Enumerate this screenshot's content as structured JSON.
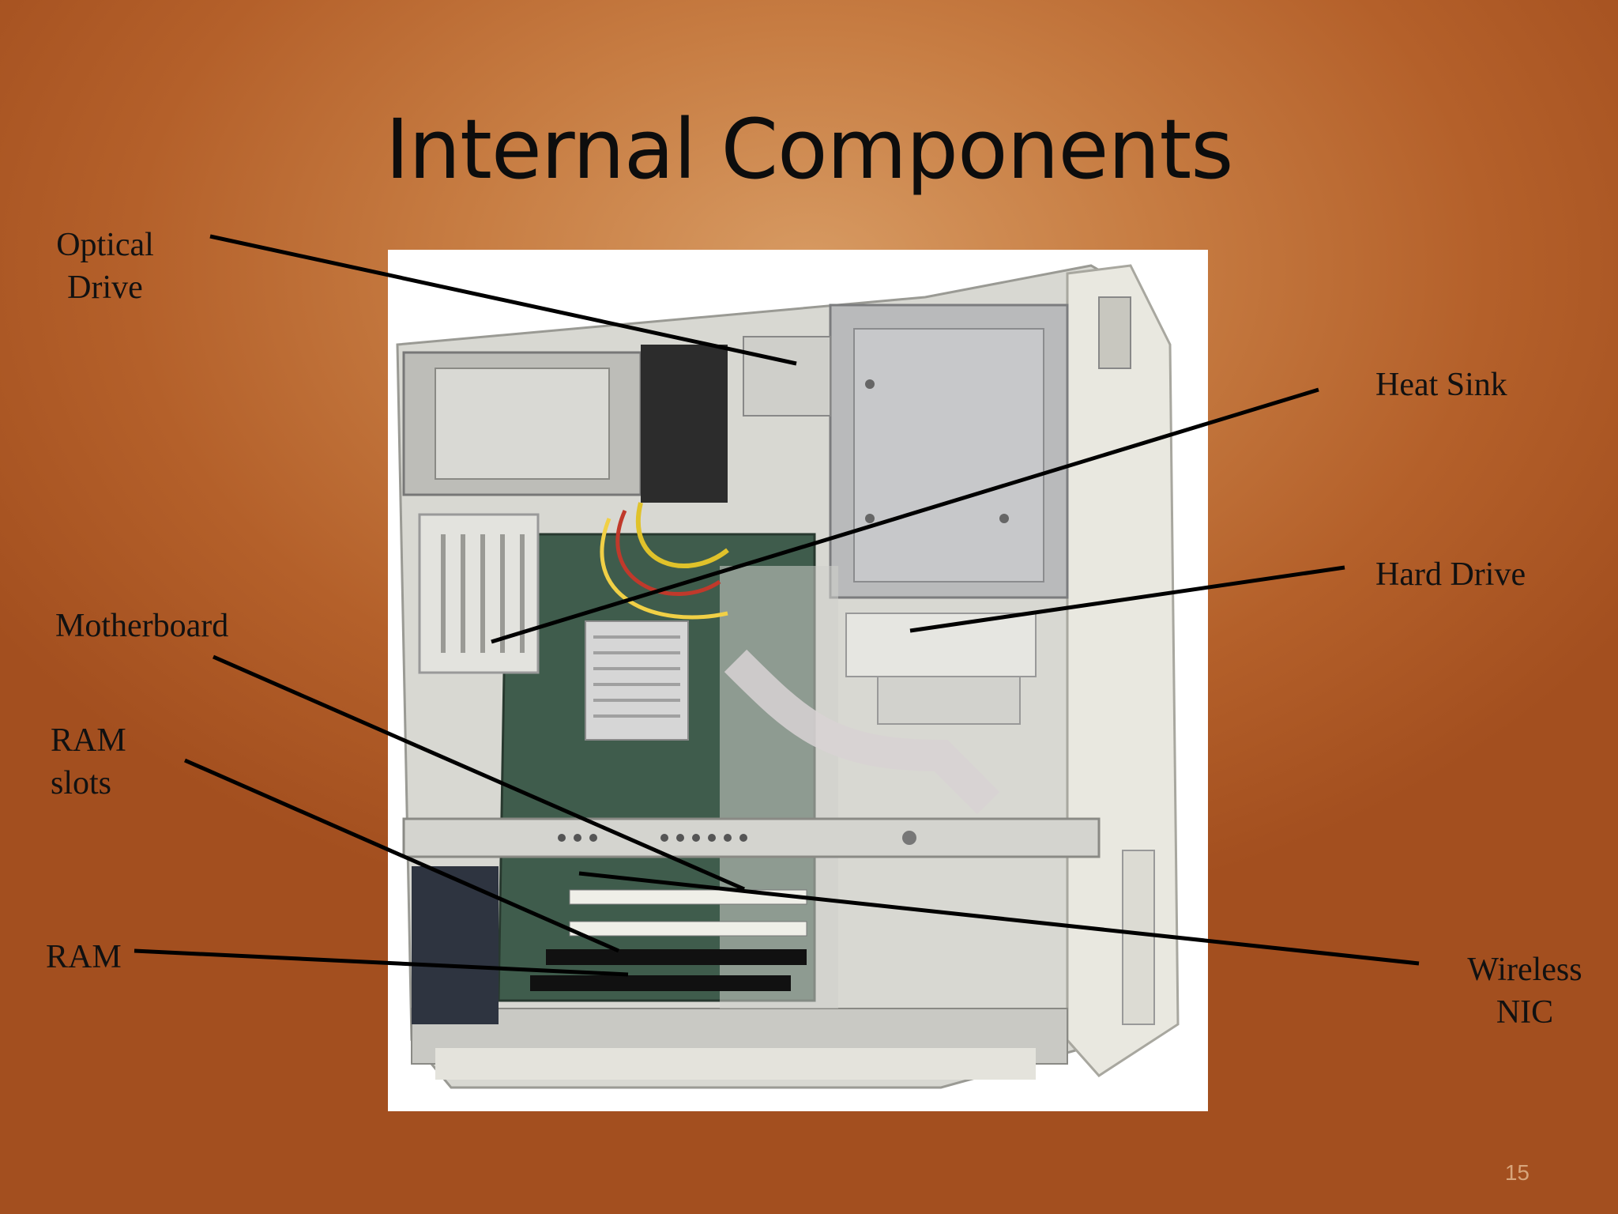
{
  "slide": {
    "title": "Internal Components",
    "slide_number": "15"
  },
  "labels": {
    "optical_drive": [
      "Optical",
      "Drive"
    ],
    "heat_sink": "Heat Sink",
    "hard_drive": "Hard Drive",
    "motherboard": "Motherboard",
    "ram_slots": [
      "RAM",
      "slots"
    ],
    "ram": "RAM",
    "wireless_nic": [
      "Wireless",
      "NIC"
    ]
  },
  "photo_alt": "computer tower interior",
  "colors": {
    "background": "#b4602a",
    "title_text": "#0d0d0d",
    "label_text": "#111111",
    "callout_line": "#000000"
  }
}
